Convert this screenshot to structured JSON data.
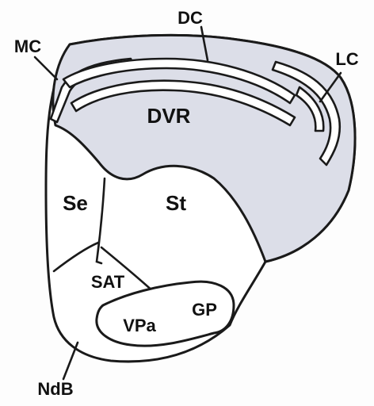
{
  "diagram": {
    "colors": {
      "shaded_fill": "#dcdee8",
      "stroke": "#1a1a1a",
      "background": "#ffffff"
    },
    "labels": {
      "dc": "DC",
      "mc": "MC",
      "lc": "LC",
      "dvr": "DVR",
      "se": "Se",
      "st": "St",
      "sat": "SAT",
      "vpa": "VPa",
      "gp": "GP",
      "ndb": "NdB"
    }
  }
}
